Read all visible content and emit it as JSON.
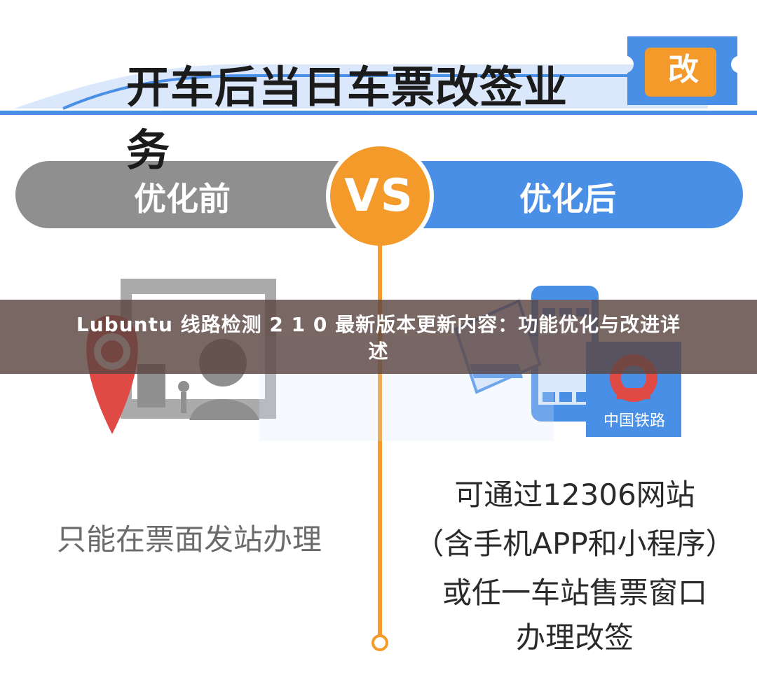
{
  "header": {
    "title": "开车后当日车票改签业务",
    "ticket_badge": "改"
  },
  "comparison": {
    "before_label": "优化前",
    "vs_label": "VS",
    "after_label": "优化后"
  },
  "overlay_caption": {
    "line1": "Lubuntu 线路检测 2 1 0 最新版本更新内容：功能优化与改进详",
    "line2": "述"
  },
  "before_panel": {
    "description": "只能在票面发站办理"
  },
  "after_panel": {
    "lines": [
      "可通过12306网站",
      "（含手机APP和小程序）",
      "或任一车站售票窗口",
      "办理改签"
    ],
    "railway_logo_text": "中国铁路"
  },
  "colors": {
    "blue": "#4a8fe6",
    "light_blue": "#dbe8fb",
    "gray": "#8f8f8f",
    "orange": "#f39a2b",
    "red": "#e04a45",
    "dark_text": "#1b1b1b",
    "overlay": "#5c4642"
  },
  "icons": {
    "location_pin": "location-pin-icon",
    "ticket_office": "ticket-office-icon",
    "phone": "phone-icon",
    "ticket": "ticket-icon",
    "rail_logo": "railway-logo-icon"
  }
}
